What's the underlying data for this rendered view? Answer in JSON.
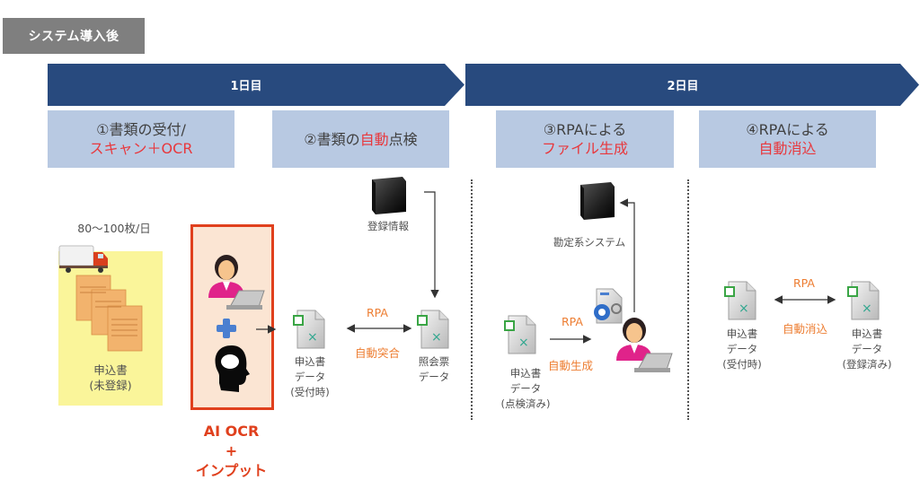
{
  "badge": {
    "label": "システム導入後"
  },
  "timeline": {
    "day1": {
      "label": "1日目"
    },
    "day2": {
      "label": "2日目"
    }
  },
  "steps": [
    {
      "line1": "①書類の受付/",
      "line2_red": "スキャン＋OCR"
    },
    {
      "prefix": "②書類の",
      "highlight": "自動",
      "suffix": "点検"
    },
    {
      "line1": "③RPAによる",
      "line2_red": "ファイル生成"
    },
    {
      "line1": "④RPAによる",
      "line2_red": "自動消込"
    }
  ],
  "stage1": {
    "volume": "80～100枚/日",
    "doc_label_1": "申込書",
    "doc_label_2": "(未登録)",
    "ai_label_1": "AI OCR",
    "ai_label_2": "+",
    "ai_label_3": "インプット"
  },
  "stage2": {
    "server_label": "登録情報",
    "left_file": [
      "申込書",
      "データ",
      "(受付時)"
    ],
    "right_file": [
      "照会票",
      "データ"
    ],
    "rpa": "RPA",
    "action": "自動突合"
  },
  "stage3": {
    "server_label": "勘定系システム",
    "file": [
      "申込書",
      "データ",
      "(点検済み)"
    ],
    "rpa": "RPA",
    "action": "自動生成"
  },
  "stage4": {
    "left_file": [
      "申込書",
      "データ",
      "(受付時)"
    ],
    "right_file": [
      "申込書",
      "データ",
      "(登録済み)"
    ],
    "rpa": "RPA",
    "action": "自動消込"
  },
  "colors": {
    "banner": "#284a7e",
    "step_box": "#b8c9e2",
    "highlight_red": "#e8383d",
    "rpa_orange": "#ed7d31",
    "ai_border": "#e0401d",
    "ai_fill": "#fbe5d3",
    "doc_fill": "#faf59a"
  }
}
